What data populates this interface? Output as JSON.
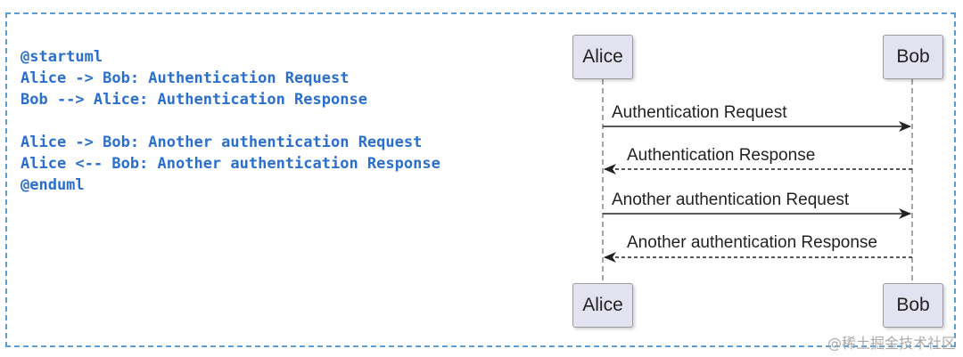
{
  "code_lines": [
    "@startuml",
    "Alice -> Bob: Authentication Request",
    "Bob --> Alice: Authentication Response",
    "",
    "Alice -> Bob: Another authentication Request",
    "Alice <-- Bob: Another authentication Response",
    "@enduml"
  ],
  "diagram": {
    "participants": [
      "Alice",
      "Bob"
    ],
    "messages": [
      {
        "label": "Authentication Request",
        "from": "Alice",
        "to": "Bob",
        "style": "solid"
      },
      {
        "label": "Authentication Response",
        "from": "Bob",
        "to": "Alice",
        "style": "dashed"
      },
      {
        "label": "Another authentication Request",
        "from": "Alice",
        "to": "Bob",
        "style": "solid"
      },
      {
        "label": "Another authentication Response",
        "from": "Bob",
        "to": "Alice",
        "style": "dashed"
      }
    ]
  },
  "watermark": "@稀土掘金技术社区"
}
